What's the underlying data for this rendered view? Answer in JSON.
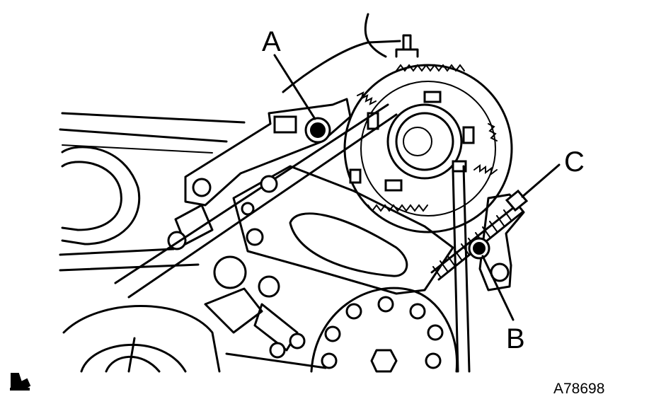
{
  "callouts": {
    "a": "A",
    "b": "B",
    "c": "C"
  },
  "figure_id": "A78698",
  "icons": {
    "corner": "torque-wrench-icon"
  },
  "colors": {
    "ink": "#000000",
    "paper": "#ffffff"
  }
}
